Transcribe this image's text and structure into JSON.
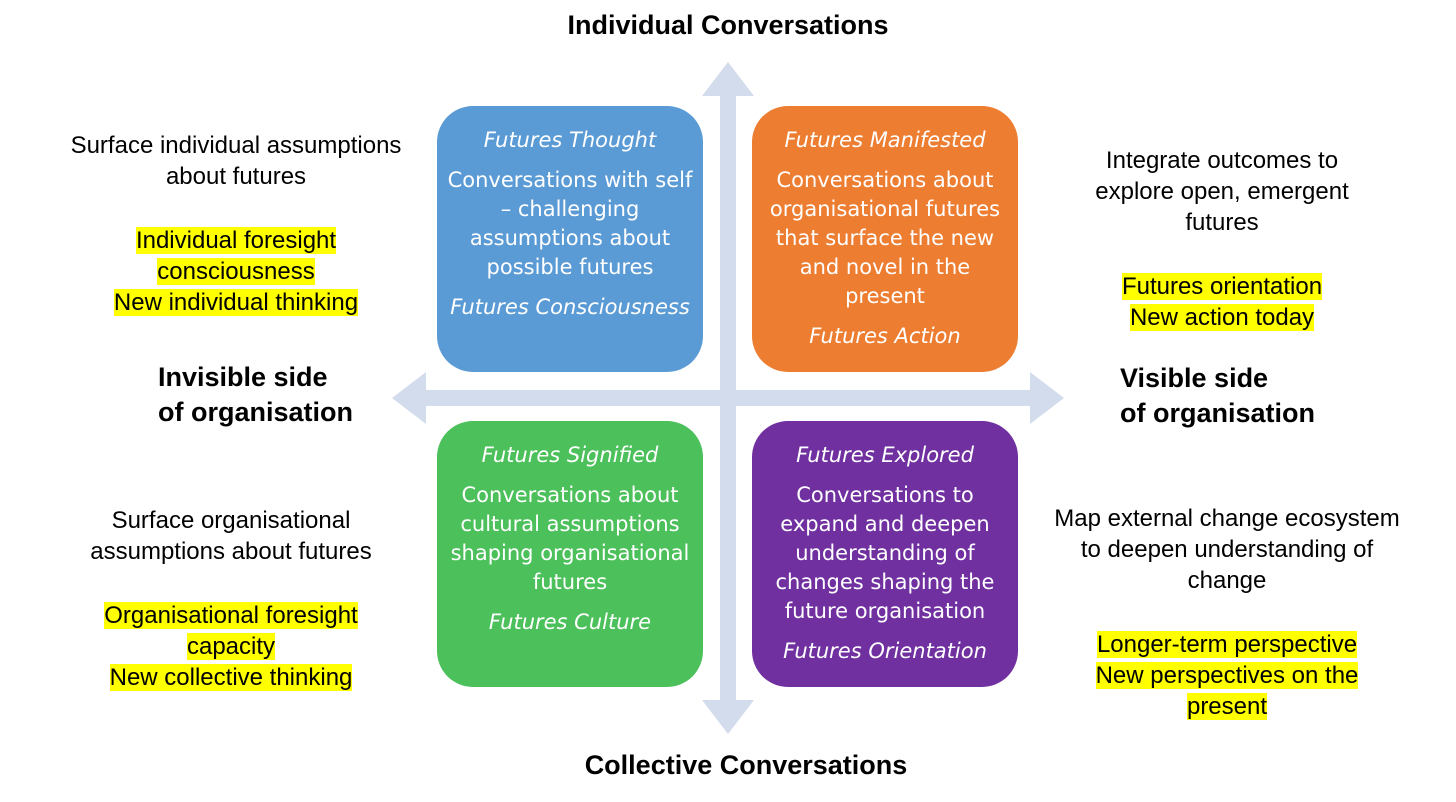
{
  "axes": {
    "top": "Individual Conversations",
    "bottom": "Collective Conversations",
    "left": [
      "Invisible side",
      "of organisation"
    ],
    "right": [
      "Visible side",
      "of organisation"
    ]
  },
  "quadrants": {
    "top_left": {
      "title": "Futures Thought",
      "description": "Conversations with self – challenging assumptions about possible futures",
      "footer": "Futures Consciousness",
      "color": "#5b9bd5"
    },
    "top_right": {
      "title": "Futures Manifested",
      "description": "Conversations about organisational futures that surface the new and novel in the present",
      "footer": "Futures Action",
      "color": "#ed7d31"
    },
    "bottom_left": {
      "title": "Futures Signified",
      "description": "Conversations about cultural assumptions shaping organisational futures",
      "footer": "Futures Culture",
      "color": "#4cc05a"
    },
    "bottom_right": {
      "title": "Futures Explored",
      "description": "Conversations to expand and deepen understanding of changes shaping the future organisation",
      "footer": "Futures Orientation",
      "color": "#7030a0"
    }
  },
  "notes": {
    "top_left": {
      "text": [
        "Surface individual assumptions",
        "about futures"
      ],
      "highlights": [
        "Individual foresight",
        "consciousness",
        "New individual thinking"
      ]
    },
    "top_right": {
      "text": [
        "Integrate outcomes to",
        "explore open, emergent",
        "futures"
      ],
      "highlights": [
        "Futures orientation",
        "New action today"
      ]
    },
    "bottom_left": {
      "text": [
        "Surface organisational",
        "assumptions about futures"
      ],
      "highlights": [
        "Organisational foresight",
        "capacity",
        "New collective thinking"
      ]
    },
    "bottom_right": {
      "text": [
        "Map external change ecosystem",
        "to deepen understanding of",
        "change"
      ],
      "highlights": [
        "Longer-term perspective",
        "New perspectives on the",
        "present"
      ]
    }
  },
  "colors": {
    "arrow": "#d3dcec",
    "highlight": "#ffff00"
  }
}
